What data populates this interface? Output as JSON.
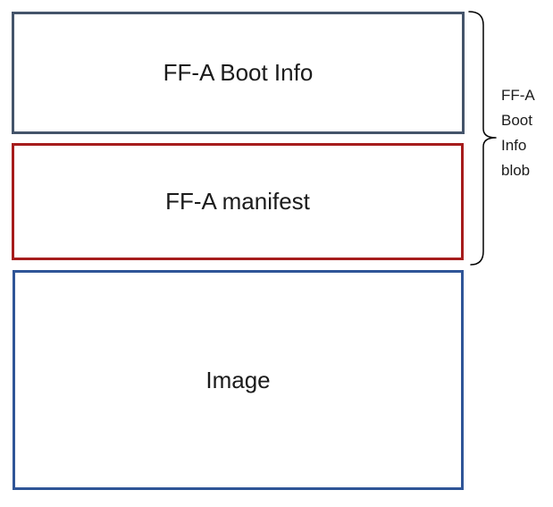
{
  "diagram": {
    "boxes": [
      {
        "id": "boot-info",
        "label": "FF-A Boot Info"
      },
      {
        "id": "manifest",
        "label": "FF-A manifest"
      },
      {
        "id": "image",
        "label": "Image"
      }
    ],
    "brace_label": {
      "text": "FF-A Boot Info blob",
      "lines": [
        "FF-A",
        "Boot",
        "Info",
        "blob"
      ]
    },
    "brace_icon": "right-curly-brace"
  },
  "colors": {
    "boot_info_border": "#44546A",
    "manifest_border": "#A61C1C",
    "image_border": "#2F5597",
    "brace_stroke": "#000000",
    "text": "#1B1B1B"
  }
}
